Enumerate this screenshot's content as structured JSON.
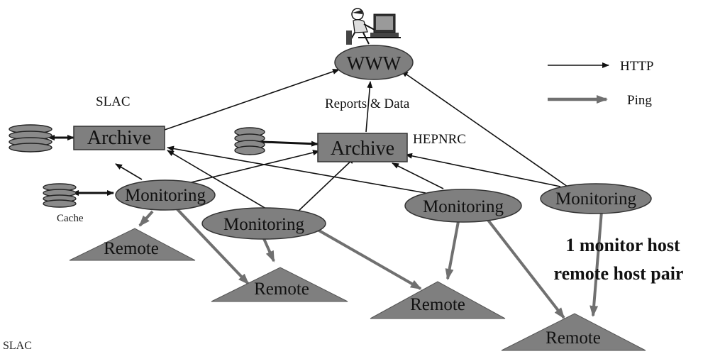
{
  "www_label": "WWW",
  "reports_label": "Reports & Data",
  "archives": [
    {
      "site": "SLAC",
      "label": "Archive"
    },
    {
      "site": "HEPNRC",
      "label": "Archive"
    }
  ],
  "monitors": [
    "Monitoring",
    "Monitoring",
    "Monitoring",
    "Monitoring"
  ],
  "remotes": [
    "Remote",
    "Remote",
    "Remote",
    "Remote"
  ],
  "cache_label": "Cache",
  "legend": [
    {
      "label": "HTTP"
    },
    {
      "label": "Ping"
    }
  ],
  "note": [
    "1 monitor host",
    "remote host pair"
  ],
  "footer": "SLAC",
  "colors": {
    "shape_fill": "#7f7f7f",
    "shape_dark": "#565656",
    "ping_arrow": "#707070",
    "http_arrow": "#111111"
  }
}
